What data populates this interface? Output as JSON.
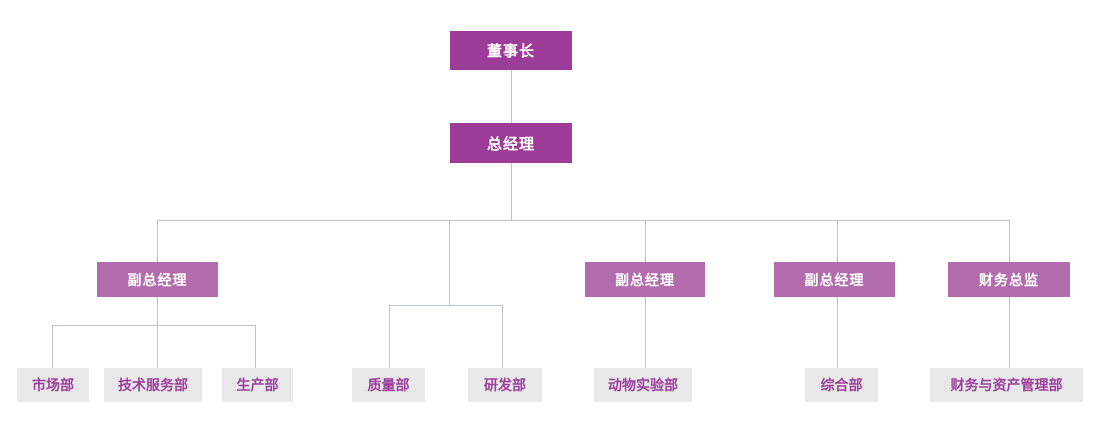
{
  "org_chart": {
    "boxes": {
      "chairman": "董事长",
      "general_manager": "总经理",
      "deputy_gm_1": "副总经理",
      "deputy_gm_2": "副总经理",
      "deputy_gm_3": "副总经理",
      "finance_director": "财务总监",
      "dept_marketing": "市场部",
      "dept_tech_service": "技术服务部",
      "dept_production": "生产部",
      "dept_quality": "质量部",
      "dept_rnd": "研发部",
      "dept_animal_lab": "动物实验部",
      "dept_general_affairs": "综合部",
      "dept_finance_assets": "财务与资产管理部"
    },
    "hierarchy": [
      {
        "parent": "董事长",
        "children": [
          "总经理"
        ]
      },
      {
        "parent": "总经理",
        "children": [
          "副总经理",
          "(质量部/研发部分支)",
          "副总经理",
          "副总经理",
          "财务总监"
        ]
      },
      {
        "parent": "副总经理#1",
        "children": [
          "市场部",
          "技术服务部",
          "生产部"
        ]
      },
      {
        "parent": "(质量部/研发部分支)",
        "children": [
          "质量部",
          "研发部"
        ]
      },
      {
        "parent": "副总经理#2",
        "children": [
          "动物实验部"
        ]
      },
      {
        "parent": "副总经理#3",
        "children": [
          "综合部"
        ]
      },
      {
        "parent": "财务总监",
        "children": [
          "财务与资产管理部"
        ]
      }
    ]
  },
  "colors": {
    "executive_box": "#9d3c98",
    "manager_box": "#b26cae",
    "department_box": "#e8e8e8",
    "department_text": "#9c3f9c",
    "connector": "#b6c4d0"
  }
}
